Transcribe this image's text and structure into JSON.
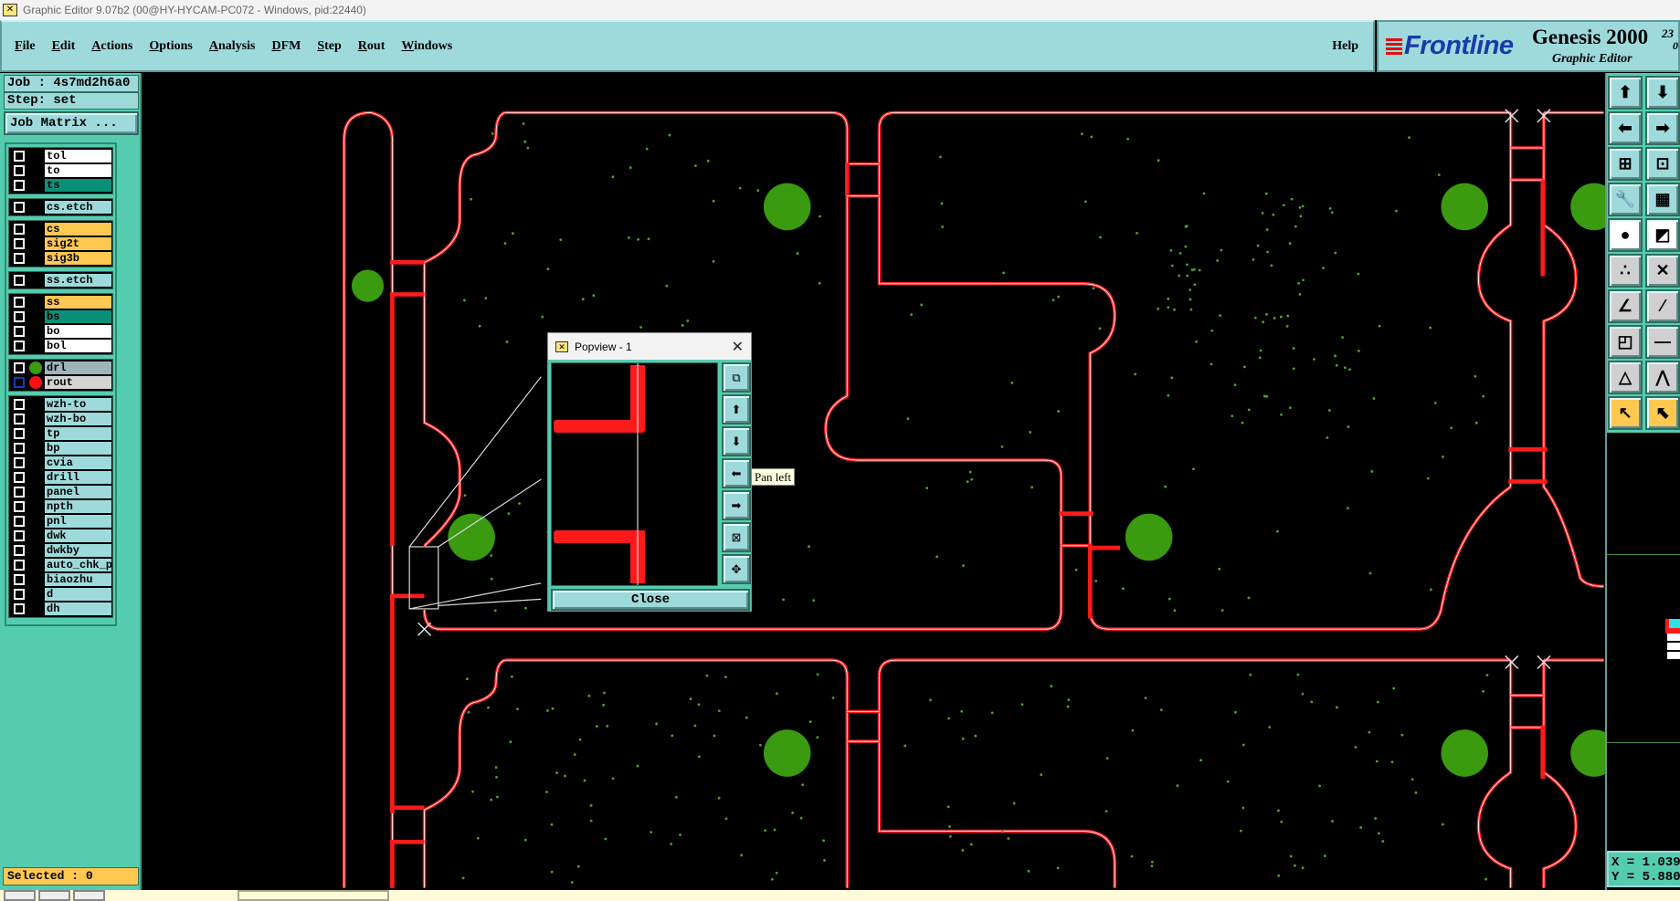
{
  "window": {
    "title": "Graphic Editor 9.07b2 (00@HY-HYCAM-PC072 - Windows, pid:22440)"
  },
  "menu": {
    "items": [
      "File",
      "Edit",
      "Actions",
      "Options",
      "Analysis",
      "DFM",
      "Step",
      "Rout",
      "Windows"
    ],
    "help": "Help"
  },
  "logo": {
    "brand": "Frontline",
    "product": "Genesis 2000",
    "sup": "23",
    "sub": "0",
    "subtitle": "Graphic Editor"
  },
  "job": {
    "job_label": "Job : 4s7md2h6a0",
    "step_label": "Step: set",
    "job_matrix_button": "Job Matrix ..."
  },
  "layers": [
    [
      {
        "name": "tol",
        "color": "#ffffff"
      },
      {
        "name": "to",
        "color": "#ffffff"
      },
      {
        "name": "ts",
        "color": "#0a9078"
      }
    ],
    [
      {
        "name": "cs.etch",
        "color": "#9edadb"
      }
    ],
    [
      {
        "name": "cs",
        "color": "#ffc850"
      },
      {
        "name": "sig2t",
        "color": "#ffc850"
      },
      {
        "name": "sig3b",
        "color": "#ffc850"
      }
    ],
    [
      {
        "name": "ss.etch",
        "color": "#9edadb"
      }
    ],
    [
      {
        "name": "ss",
        "color": "#ffc850"
      },
      {
        "name": "bs",
        "color": "#0a9078"
      },
      {
        "name": "bo",
        "color": "#ffffff"
      },
      {
        "name": "bol",
        "color": "#ffffff"
      }
    ],
    [
      {
        "name": "drl",
        "color": "#a0b4bc",
        "display": "#3a9a10"
      },
      {
        "name": "rout",
        "color": "#d4d4d4",
        "display": "#ff1010",
        "work": true
      }
    ],
    [
      {
        "name": "wzh-to",
        "color": "#9edadb"
      },
      {
        "name": "wzh-bo",
        "color": "#9edadb"
      },
      {
        "name": "tp",
        "color": "#9edadb"
      },
      {
        "name": "bp",
        "color": "#9edadb"
      },
      {
        "name": "cvia",
        "color": "#9edadb"
      },
      {
        "name": "drill",
        "color": "#9edadb"
      },
      {
        "name": "panel",
        "color": "#9edadb"
      },
      {
        "name": "npth",
        "color": "#9edadb"
      },
      {
        "name": "pnl",
        "color": "#9edadb"
      },
      {
        "name": "dwk",
        "color": "#9edadb"
      },
      {
        "name": "dwkby",
        "color": "#9edadb"
      },
      {
        "name": "auto_chk_pnl",
        "color": "#9edadb"
      },
      {
        "name": "biaozhu",
        "color": "#9edadb"
      },
      {
        "name": "d",
        "color": "#9edadb"
      },
      {
        "name": "dh",
        "color": "#9edadb"
      }
    ]
  ],
  "status": {
    "selected": "Selected : 0"
  },
  "coords": {
    "x": "X = 1.039",
    "y": "Y = 5.880"
  },
  "tools": [
    {
      "icon": "pan-up-icon",
      "glyph": "⬆",
      "style": "teal"
    },
    {
      "icon": "pan-down-icon",
      "glyph": "⬇",
      "style": "teal"
    },
    {
      "icon": "pan-left-icon",
      "glyph": "⬅",
      "style": "teal"
    },
    {
      "icon": "pan-right-icon",
      "glyph": "➡",
      "style": "teal"
    },
    {
      "icon": "zoom-in-icon",
      "glyph": "⊞",
      "style": "teal"
    },
    {
      "icon": "zoom-out-icon",
      "glyph": "⊡",
      "style": "teal"
    },
    {
      "icon": "tools-palette-icon",
      "glyph": "🔧",
      "style": "teal"
    },
    {
      "icon": "grid-icon",
      "glyph": "▦",
      "style": "teal"
    },
    {
      "icon": "snap-icon",
      "glyph": "●",
      "style": "white"
    },
    {
      "icon": "measure-icon",
      "glyph": "◩",
      "style": "white"
    },
    {
      "icon": "connect-icon",
      "glyph": "∴",
      "style": "grey"
    },
    {
      "icon": "cross-icon",
      "glyph": "✕",
      "style": "grey"
    },
    {
      "icon": "line-angle-icon",
      "glyph": "∠",
      "style": "grey"
    },
    {
      "icon": "line-slope-icon",
      "glyph": "⁄",
      "style": "grey"
    },
    {
      "icon": "pad-move-icon",
      "glyph": "◰",
      "style": "grey"
    },
    {
      "icon": "line-break-icon",
      "glyph": "—",
      "style": "grey"
    },
    {
      "icon": "triangle-icon",
      "glyph": "△",
      "style": "grey"
    },
    {
      "icon": "chevron-icon",
      "glyph": "⋀",
      "style": "grey"
    },
    {
      "icon": "select-pointer-icon",
      "glyph": "↖",
      "style": "orange"
    },
    {
      "icon": "select-box-icon",
      "glyph": "⬉",
      "style": "orange"
    }
  ],
  "popview": {
    "title": "Popview - 1",
    "close_label": "Close",
    "tooltip": "Pan left",
    "buttons": [
      {
        "icon": "home-view-icon",
        "glyph": "⧉"
      },
      {
        "icon": "pan-up-icon",
        "glyph": "⬆"
      },
      {
        "icon": "pan-down-icon",
        "glyph": "⬇"
      },
      {
        "icon": "pan-left-icon",
        "glyph": "⬅"
      },
      {
        "icon": "pan-right-icon",
        "glyph": "➡"
      },
      {
        "icon": "zoom-in-icon",
        "glyph": "⊠"
      },
      {
        "icon": "zoom-out-icon",
        "glyph": "✥"
      }
    ]
  },
  "colors": {
    "outline": "#ff2020",
    "pad": "#3a9a10",
    "panel": "#55ccb0",
    "button": "#9edadb"
  }
}
